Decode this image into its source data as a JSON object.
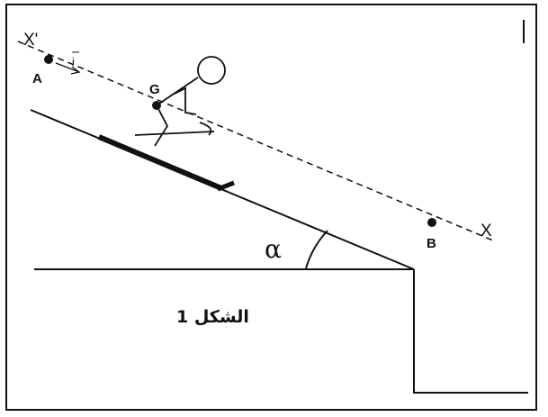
{
  "diagram": {
    "points": {
      "A": "A",
      "G": "G",
      "B": "B"
    },
    "axis_labels": {
      "start": "X'",
      "end": "X"
    },
    "unit_vector": "i",
    "angle": "α",
    "caption": "الشكل 1"
  }
}
